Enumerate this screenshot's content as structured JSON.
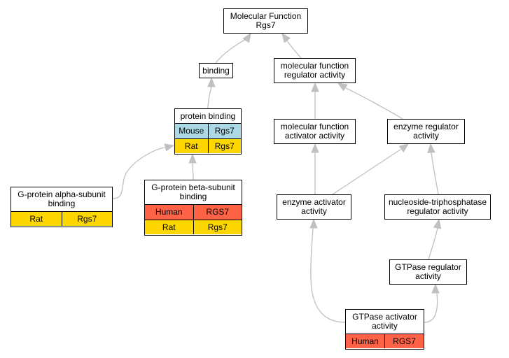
{
  "colors": {
    "edge": "#c0c0c0",
    "mouse": "#add8e6",
    "rat": "#ffd700",
    "human": "#ff6347"
  },
  "nodes": {
    "mf_root": {
      "lines": [
        "Molecular Function",
        "Rgs7"
      ]
    },
    "binding": {
      "lines": [
        "binding"
      ]
    },
    "mf_regulator": {
      "lines": [
        "molecular function",
        "regulator activity"
      ]
    },
    "protein_binding": {
      "lines": [
        "protein binding"
      ],
      "rows": [
        {
          "species": "Mouse",
          "gene": "Rgs7",
          "color": "mouse"
        },
        {
          "species": "Rat",
          "gene": "Rgs7",
          "color": "rat"
        }
      ]
    },
    "mf_activator": {
      "lines": [
        "molecular function",
        "activator activity"
      ]
    },
    "enzyme_regulator": {
      "lines": [
        "enzyme regulator",
        "activity"
      ]
    },
    "galpha_binding": {
      "lines": [
        "G-protein alpha-subunit",
        "binding"
      ],
      "rows": [
        {
          "species": "Rat",
          "gene": "Rgs7",
          "color": "rat"
        }
      ]
    },
    "gbeta_binding": {
      "lines": [
        "G-protein beta-subunit",
        "binding"
      ],
      "rows": [
        {
          "species": "Human",
          "gene": "RGS7",
          "color": "human"
        },
        {
          "species": "Rat",
          "gene": "Rgs7",
          "color": "rat"
        }
      ]
    },
    "enzyme_activator": {
      "lines": [
        "enzyme activator",
        "activity"
      ]
    },
    "ntpase_regulator": {
      "lines": [
        "nucleoside-triphosphatase",
        "regulator activity"
      ]
    },
    "gtpase_regulator": {
      "lines": [
        "GTPase regulator",
        "activity"
      ]
    },
    "gtpase_activator": {
      "lines": [
        "GTPase activator",
        "activity"
      ],
      "rows": [
        {
          "species": "Human",
          "gene": "RGS7",
          "color": "human"
        }
      ]
    }
  },
  "edges": [
    {
      "from": "binding",
      "to": "mf_root"
    },
    {
      "from": "mf_regulator",
      "to": "mf_root"
    },
    {
      "from": "protein_binding",
      "to": "binding"
    },
    {
      "from": "mf_activator",
      "to": "mf_regulator"
    },
    {
      "from": "enzyme_regulator",
      "to": "mf_regulator"
    },
    {
      "from": "galpha_binding",
      "to": "protein_binding"
    },
    {
      "from": "gbeta_binding",
      "to": "protein_binding"
    },
    {
      "from": "enzyme_activator",
      "to": "mf_activator"
    },
    {
      "from": "enzyme_activator",
      "to": "enzyme_regulator"
    },
    {
      "from": "ntpase_regulator",
      "to": "enzyme_regulator"
    },
    {
      "from": "gtpase_regulator",
      "to": "ntpase_regulator"
    },
    {
      "from": "gtpase_activator",
      "to": "enzyme_activator"
    },
    {
      "from": "gtpase_activator",
      "to": "gtpase_regulator"
    }
  ]
}
